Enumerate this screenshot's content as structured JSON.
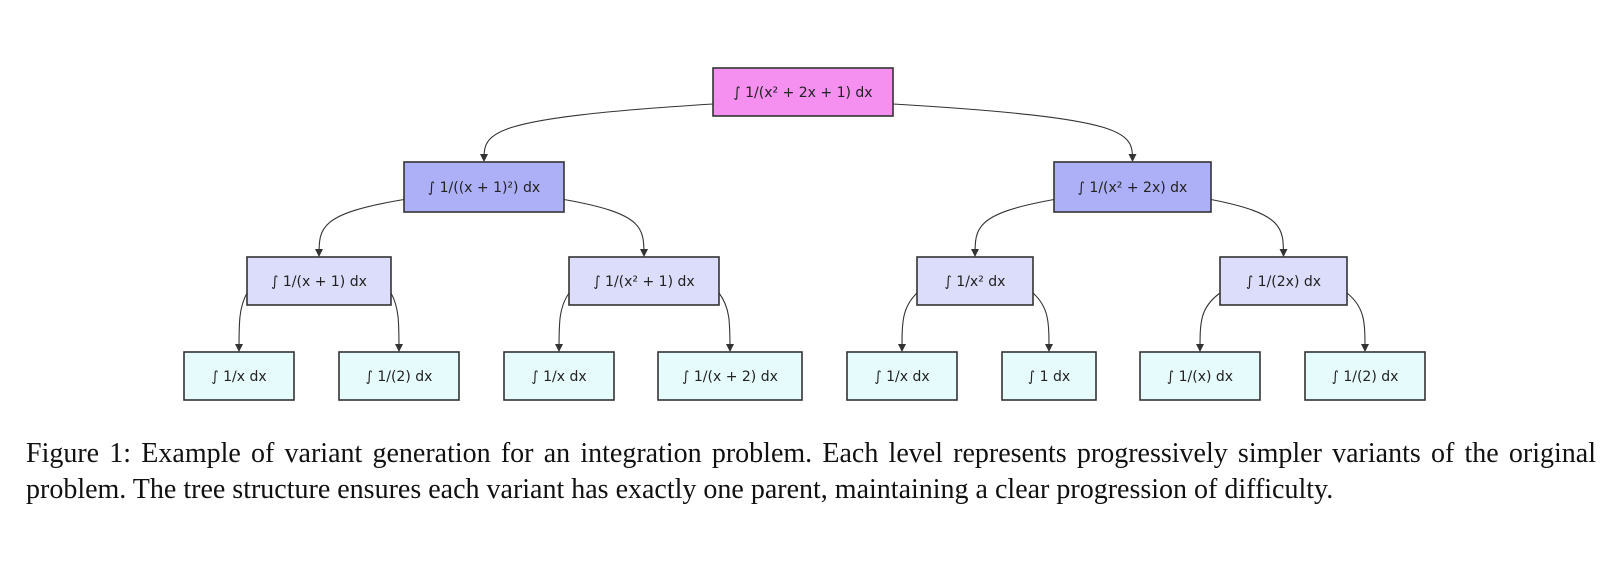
{
  "diagram": {
    "colors": {
      "level0": "#f58ff0",
      "level1": "#aeb0f7",
      "level2": "#dcdcfb",
      "level3": "#e6fbfb"
    },
    "nodes": [
      {
        "id": "root",
        "label": "∫ 1/(x² + 2x + 1) dx",
        "level": 0
      },
      {
        "id": "a",
        "label": "∫ 1/((x + 1)²) dx",
        "level": 1,
        "parent": "root"
      },
      {
        "id": "b",
        "label": "∫ 1/(x² + 2x) dx",
        "level": 1,
        "parent": "root"
      },
      {
        "id": "a1",
        "label": "∫ 1/(x + 1) dx",
        "level": 2,
        "parent": "a"
      },
      {
        "id": "a2",
        "label": "∫ 1/(x² + 1) dx",
        "level": 2,
        "parent": "a"
      },
      {
        "id": "b1",
        "label": "∫ 1/x² dx",
        "level": 2,
        "parent": "b"
      },
      {
        "id": "b2",
        "label": "∫ 1/(2x) dx",
        "level": 2,
        "parent": "b"
      },
      {
        "id": "a1a",
        "label": "∫ 1/x dx",
        "level": 3,
        "parent": "a1"
      },
      {
        "id": "a1b",
        "label": "∫ 1/(2) dx",
        "level": 3,
        "parent": "a1"
      },
      {
        "id": "a2a",
        "label": "∫ 1/x dx",
        "level": 3,
        "parent": "a2"
      },
      {
        "id": "a2b",
        "label": "∫ 1/(x + 2) dx",
        "level": 3,
        "parent": "a2"
      },
      {
        "id": "b1a",
        "label": "∫ 1/x dx",
        "level": 3,
        "parent": "b1"
      },
      {
        "id": "b1b",
        "label": "∫ 1 dx",
        "level": 3,
        "parent": "b1"
      },
      {
        "id": "b2a",
        "label": "∫ 1/(x) dx",
        "level": 3,
        "parent": "b2"
      },
      {
        "id": "b2b",
        "label": "∫ 1/(2) dx",
        "level": 3,
        "parent": "b2"
      }
    ]
  },
  "caption": "Figure 1: Example of variant generation for an integration problem. Each level represents progressively simpler variants of the original problem. The tree structure ensures each variant has exactly one parent, maintaining a clear progression of difficulty."
}
